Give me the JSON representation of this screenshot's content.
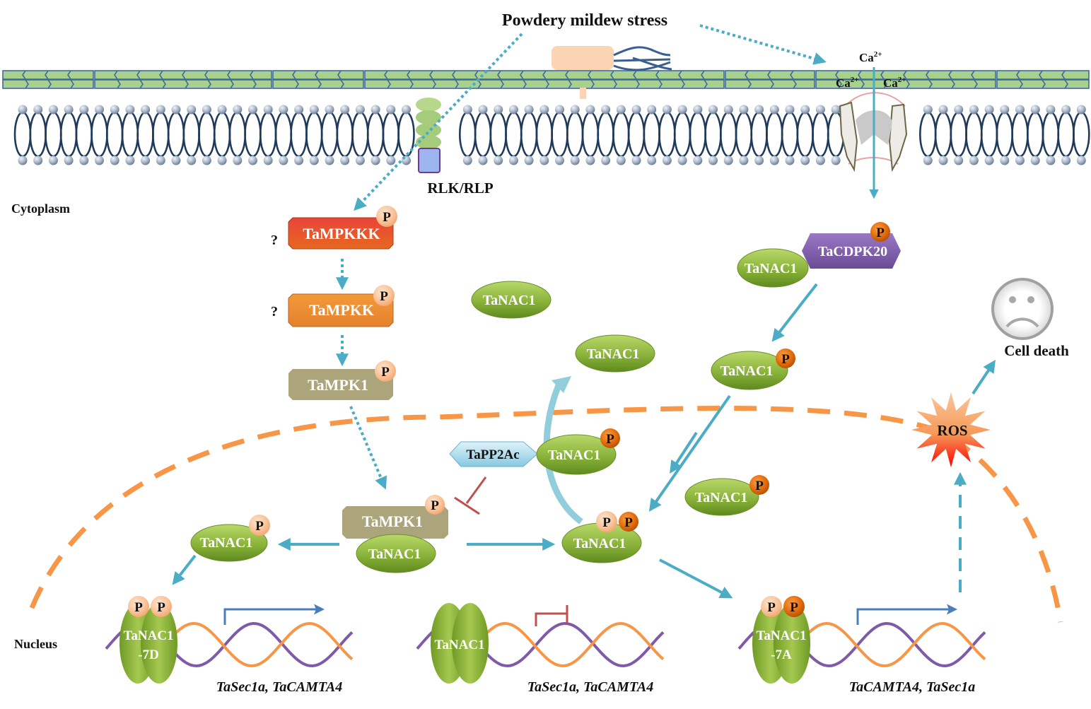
{
  "title": "Powdery mildew stress",
  "labels": {
    "cytoplasm": "Cytoplasm",
    "nucleus": "Nucleus",
    "receptor": "RLK/RLP",
    "cell_death": "Cell death",
    "ros": "ROS",
    "question_mark": "?",
    "phospho": "P"
  },
  "calcium": {
    "outside": "Ca",
    "left": "Ca",
    "right": "Ca",
    "charge": "2+"
  },
  "mapk_cascade": [
    {
      "name": "TaMPKKK",
      "phosphorylated": true,
      "uncertain": true,
      "color": "#e0502a"
    },
    {
      "name": "TaMPKK",
      "phosphorylated": true,
      "uncertain": true,
      "color": "#ee8a34"
    },
    {
      "name": "TaMPK1",
      "phosphorylated": true,
      "uncertain": false,
      "color": "#aaa27a"
    }
  ],
  "proteins": {
    "cdpk": "TaCDPK20",
    "pp2a": "TaPP2Ac",
    "mpk_nuclear": "TaMPK1",
    "nac": "TaNAC1"
  },
  "dna_sites": [
    {
      "protein": "TaNAC1",
      "sub": "-7D",
      "genes": "TaSec1a, TaCAMTA4",
      "regulation": "activation",
      "phospho": [
        "light",
        "light"
      ]
    },
    {
      "protein": "TaNAC1",
      "sub": "",
      "genes": "TaSec1a, TaCAMTA4",
      "regulation": "repression",
      "phospho": []
    },
    {
      "protein": "TaNAC1",
      "sub": "-7A",
      "genes": "TaCAMTA4, TaSec1a",
      "regulation": "activation",
      "phospho": [
        "light",
        "dark"
      ]
    }
  ],
  "colors": {
    "arrow": "#4bacc6",
    "inhibit": "#c0504d",
    "nucleus_border": "#f79646",
    "nac_green": "#8ab33a",
    "cdpk_purple": "#7f5aa8",
    "pp2a_blue": "#a9dcec",
    "phospho_light": "#f8c49a",
    "phospho_dark": "#e46c0a",
    "cell_wall": "#a9d18e",
    "membrane": "#1f3a5a",
    "dna_purple": "#7f5aa8",
    "dna_orange": "#f79646",
    "transcription_arrow": "#4a7ebb"
  }
}
